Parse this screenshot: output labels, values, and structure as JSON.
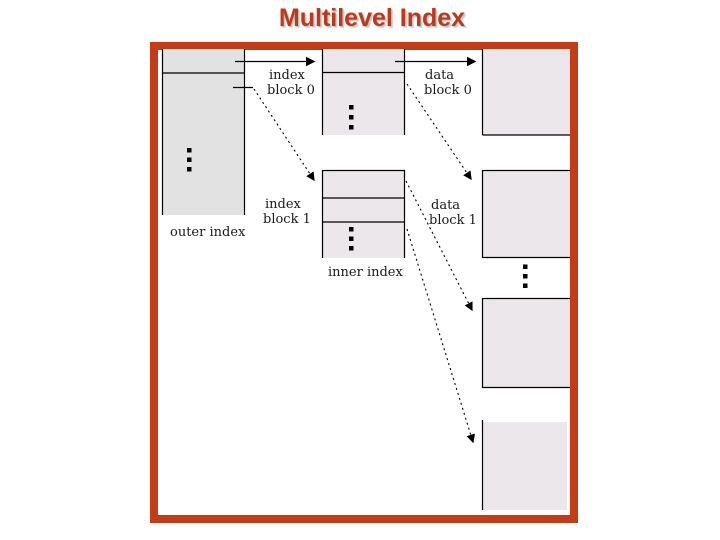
{
  "slide": {
    "title": "Multilevel Index",
    "colors": {
      "title_text": "#bb3a1e",
      "frame_border": "#c43b17",
      "outer_index_fill": "#e2e2e2",
      "block_fill": "#ebe7ea",
      "line": "#000000"
    }
  },
  "diagram": {
    "labels": {
      "outer_index": "outer index",
      "inner_index": "inner index",
      "index_block_0": {
        "l1": "index",
        "l2": "block 0"
      },
      "index_block_1": {
        "l1": "index",
        "l2": "block 1"
      },
      "data_block_0": {
        "l1": "data",
        "l2": "block 0"
      },
      "data_block_1": {
        "l1": "data",
        "l2": "block 1"
      }
    }
  }
}
